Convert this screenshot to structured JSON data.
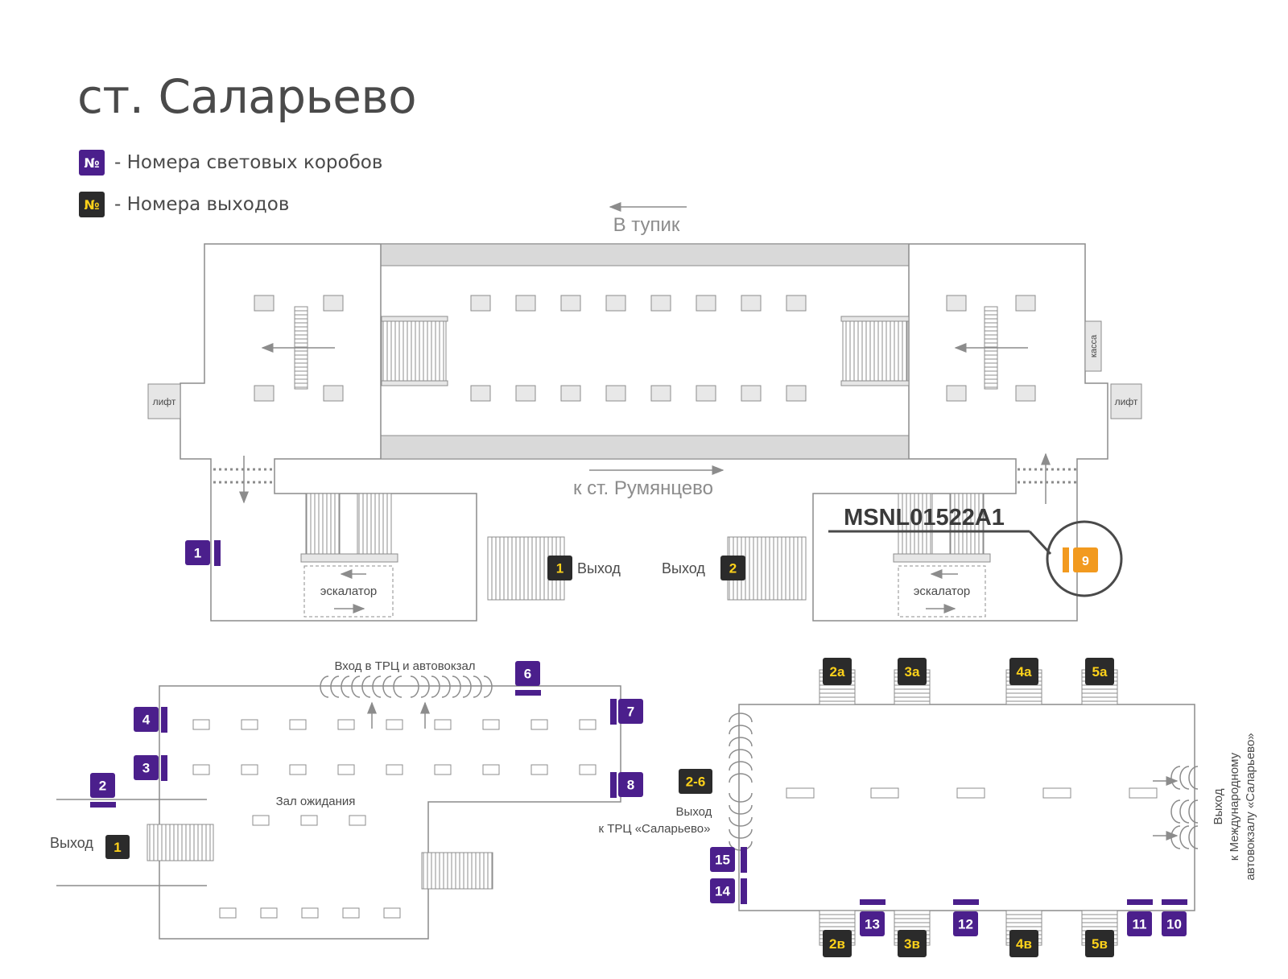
{
  "station_title": "ст. Саларьево",
  "legend": [
    {
      "symbol": "№",
      "text": "- Номера световых коробов",
      "kind": "lightbox"
    },
    {
      "symbol": "№",
      "text": "- Номера выходов",
      "kind": "exit"
    }
  ],
  "colors": {
    "lightbox": "#4b1f8c",
    "exit_badge": "#2b2b2b",
    "exit_text": "#ffd21a",
    "highlight": "#f29a1f",
    "walls": "#8c8c8c",
    "tracks": "#d9d9d9"
  },
  "labels": {
    "dead_end": "В тупик",
    "to_station": "к ст. Румянцево",
    "lift": "лифт",
    "cashier": "касса",
    "escalator": "эскалатор",
    "exit_word": "Выход",
    "mall_entrance": "Вход в ТРЦ и автовокзал",
    "waiting_hall": "Зал ожидания",
    "exit_mall_line1": "Выход",
    "exit_mall_line2": "к ТРЦ «Саларьево»",
    "exit_bus_line1": "Выход",
    "exit_bus_line2": "к Международному",
    "exit_bus_line3": "автовокзалу «Саларьево»"
  },
  "highlight": {
    "code": "MSNL01522A1",
    "lightbox": "9"
  },
  "lightboxes": [
    "1",
    "2",
    "3",
    "4",
    "6",
    "7",
    "8",
    "10",
    "11",
    "12",
    "13",
    "14",
    "15"
  ],
  "exits": [
    "1",
    "2",
    "2-6",
    "2а",
    "3а",
    "4а",
    "5а",
    "2в",
    "3в",
    "4в",
    "5в"
  ]
}
